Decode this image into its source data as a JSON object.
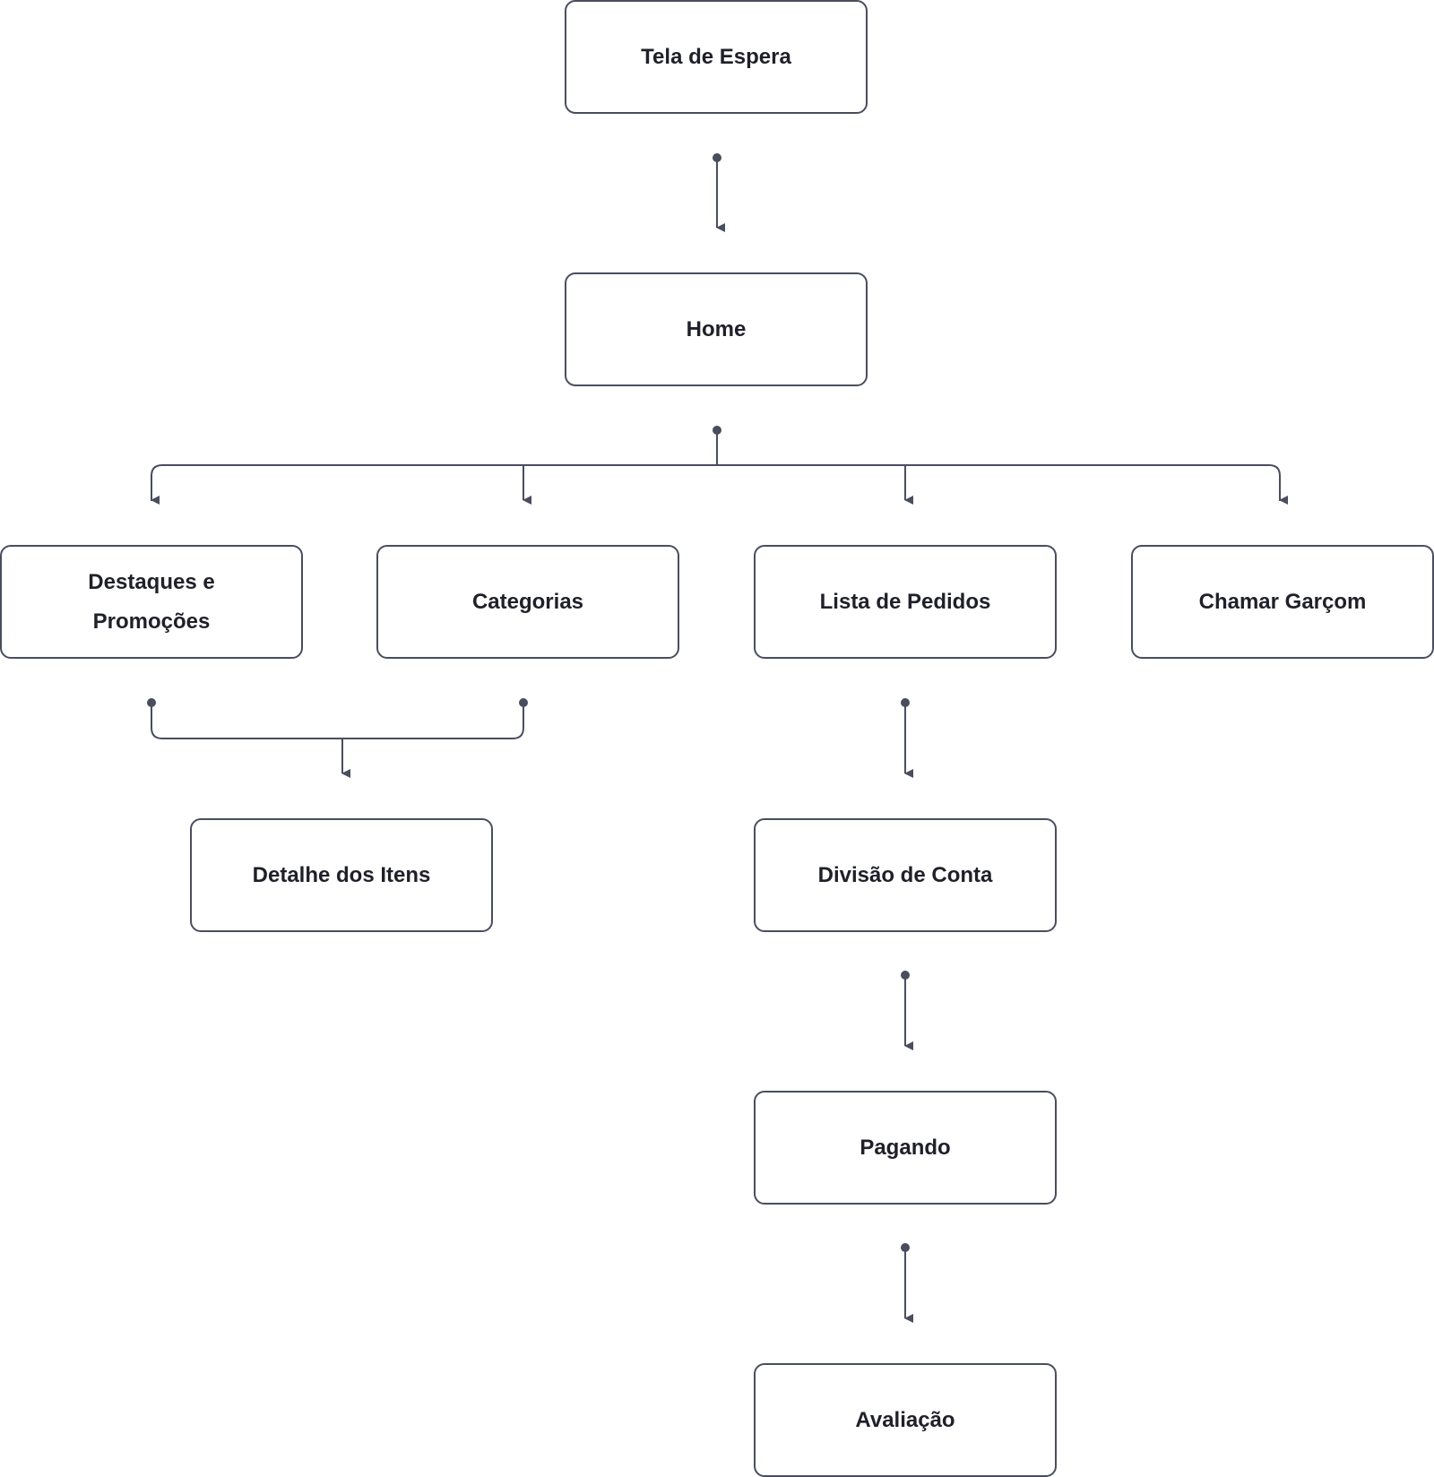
{
  "diagram": {
    "colors": {
      "stroke": "#4a4d5e",
      "text": "#1f2029",
      "background": "#ffffff"
    },
    "nodes": {
      "tela_espera": "Tela de Espera",
      "home": "Home",
      "destaques": "Destaques e Promoções",
      "categorias": "Categorias",
      "lista_pedidos": "Lista de Pedidos",
      "chamar_garcom": "Chamar Garçom",
      "detalhe_itens": "Detalhe dos Itens",
      "divisao_conta": "Divisão de Conta",
      "pagando": "Pagando",
      "avaliacao": "Avaliação"
    },
    "edges": [
      {
        "from": "Tela de Espera",
        "to": "Home"
      },
      {
        "from": "Home",
        "to": "Destaques e Promoções"
      },
      {
        "from": "Home",
        "to": "Categorias"
      },
      {
        "from": "Home",
        "to": "Lista de Pedidos"
      },
      {
        "from": "Home",
        "to": "Chamar Garçom"
      },
      {
        "from": "Destaques e Promoções",
        "to": "Detalhe dos Itens"
      },
      {
        "from": "Categorias",
        "to": "Detalhe dos Itens"
      },
      {
        "from": "Lista de Pedidos",
        "to": "Divisão de Conta"
      },
      {
        "from": "Divisão de Conta",
        "to": "Pagando"
      },
      {
        "from": "Pagando",
        "to": "Avaliação"
      }
    ]
  }
}
